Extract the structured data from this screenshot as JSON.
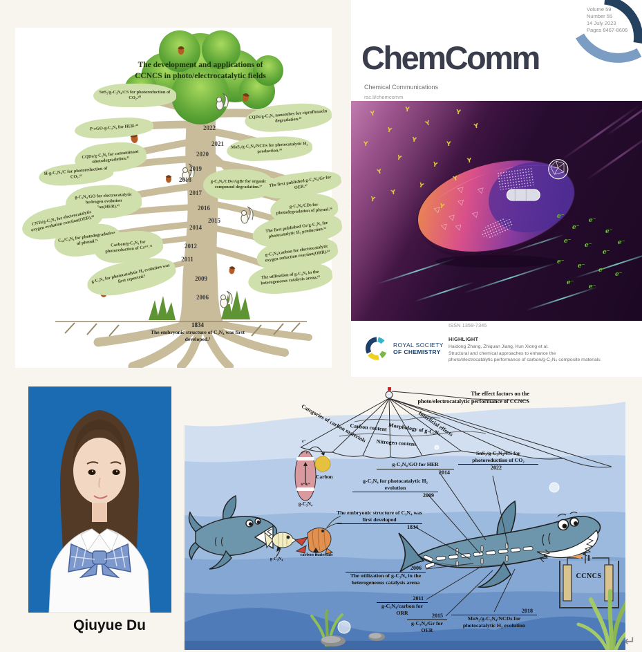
{
  "page": {
    "return_mark": "↵"
  },
  "tree": {
    "title": "The development and applications of CCNCS in photo/electrocatalytic fields",
    "years": [
      "2022",
      "2021",
      "2020",
      "2019",
      "2018",
      "2017",
      "2016",
      "2015",
      "2014",
      "2012",
      "2011",
      "2009",
      "2006"
    ],
    "ground_year": "1834",
    "ground_text": "The embryonic structure of C₃N₄ was first developed.³",
    "leaves_left": [
      "SnS₂/g-C₃N₄/CS for photoreduction of CO₂.⁵⁰",
      "P-rGO-g-C₃N₄ for HER.⁴⁸",
      "CQDs/g-C₃N₄ for contaminant photodegradation.⁴²",
      "H-g-C₃N₄/C for photoreduction of CO₂.⁴¹",
      "g-C₃N₄/GO for electrocatalytic hydrogen evolution reaction(HER).⁴⁵",
      "CNTs/g-C₃N₄ for electrocatalytic oxygen evolution reaction(OER).⁶⁸",
      "C₆₀/C₃N₄ for photodegradation of phenol.⁷⁶",
      "Carbon/g-C₃N₄ for photoreduction of Cr⁶⁺.⁷⁴",
      "g-C₃N₄ for photocatalytic H₂ evolution was first reported.⁶"
    ],
    "leaves_right": [
      "CQDs/g-C₃N₄ nanotubes for ciprofloxacin degradation.⁴⁹",
      "MoS₂/g-C₃N₄/NCDs for photocatalytic H₂ production.⁵⁸",
      "g-C₃N₄/CDs/AgBr for organic compound degradation.⁵⁷",
      "The first published g-C₃N₄/Gr for OER.⁶⁷",
      "g-C₃N₄/CDs for photodegradation of phenol.⁵⁶",
      "The first published Gr/g-C₃N₄ for photocatalytic H₂ production.⁵²",
      "g-C₃N₄/carbon for electrocatalytic oxygen reduction reaction(ORR).⁶⁴",
      "The utilization of g-C₃N₄ in the heterogeneous catalysis arena.⁶³"
    ]
  },
  "cover": {
    "issue": {
      "volume": "Volume 59",
      "number": "Number 55",
      "date": "14 July 2023",
      "pages": "Pages 8467-8606"
    },
    "title": "ChemComm",
    "subtitle": "Chemical Communications",
    "url": "rsc.li/chemcomm",
    "issn": "ISSN 1359-7345",
    "publisher_line1": "ROYAL SOCIETY",
    "publisher_line2": "OF CHEMISTRY",
    "highlight": {
      "heading": "HIGHLIGHT",
      "authors": "Haidong Zhang, Zhiquan Jiang, Kun Xiong et al.",
      "title": "Structural and chemical approaches to enhance the photo/electrocatalytic performance of carbon/g-C₃N₄ composite materials"
    },
    "artwork": {
      "photon_glyph": "Y",
      "electron_glyph": "e⁻"
    }
  },
  "portrait": {
    "caption": "Qiuyue Du"
  },
  "scene": {
    "effect_title_line1": "The effect factors on the",
    "effect_title_line2": "photo/electrocatalytic performance of CCNCS",
    "net_labels": [
      "Categories of carbon materials",
      "Carbon content",
      "Morphology of g-C₃N₄",
      "Interficial effects",
      "Nitrogen content"
    ],
    "schematic": {
      "electron_pair": "e⁻ e⁻",
      "hole_pair": "h⁺ h⁺",
      "electron": "e⁻",
      "carbon": "Carbon",
      "gcn": "g-C₃N₄"
    },
    "food_chain": {
      "fish": "g-C₃N₄",
      "shrimp": "carbon materials"
    },
    "milestones": [
      {
        "year": "2014",
        "label": "g-C₃N₄/GO for HER"
      },
      {
        "year": "2022",
        "label": "SnS₂/g-C₃N₄/CS for photoreduction of CO₂"
      },
      {
        "year": "2009",
        "label": "g-C₃N₄ for photocatalytic H₂ evolution"
      },
      {
        "year": "1834",
        "label": "The embryonic structure of C₃N₄ was first developed"
      },
      {
        "year": "2006",
        "label": "The utilization of g-C₃N₄ in the heterogeneous catalysis arena"
      },
      {
        "year": "2011",
        "label": "g-C₃N₄/carbon for ORR"
      },
      {
        "year": "2015",
        "label": "g-C₃N₄/Gr for OER"
      },
      {
        "year": "2018",
        "label": "MoS₂/g-C₃N₄/NCDs for photocatalytic H₂ evolution"
      }
    ],
    "cell": {
      "label": "CCNCS",
      "electron": "e⁻"
    }
  }
}
